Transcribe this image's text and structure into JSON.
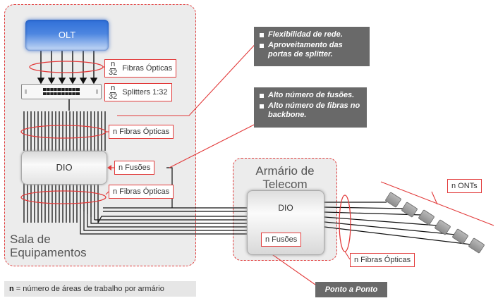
{
  "olt": {
    "label": "OLT"
  },
  "dio_main": {
    "label": "DIO"
  },
  "dio_telecom": {
    "label": "DIO"
  },
  "room": {
    "label": "Sala de\nEquipamentos"
  },
  "telecom": {
    "label": "Armário de\nTelecom"
  },
  "labels": {
    "frac_num": "n",
    "frac_den": "32",
    "fibras_opticas_top": "Fibras Ópticas",
    "splitters": "Splitters 1:32",
    "n_fibras_opticas_1": "n Fibras Ópticas",
    "n_fusoes_main": "n Fusões",
    "n_fibras_opticas_2": "n Fibras Ópticas",
    "n_fusoes_telecom": "n Fusões",
    "n_fibras_opticas_3": "n Fibras Ópticas",
    "n_onts": "n ONTs"
  },
  "notes": {
    "note1": [
      "Flexibilidad de rede.",
      "Aproveitamento das portas de splitter."
    ],
    "note2": [
      "Alto número de fusões.",
      "Alto número de fibras no backbone."
    ]
  },
  "footer": {
    "bold": "n",
    "text": " = número de áreas de trabalho por armário"
  },
  "badge": {
    "label": "Ponto a Ponto"
  },
  "colors": {
    "accent": "#e23a3a",
    "note_bg": "#696969",
    "olt_blue": "#2f6fd8"
  }
}
